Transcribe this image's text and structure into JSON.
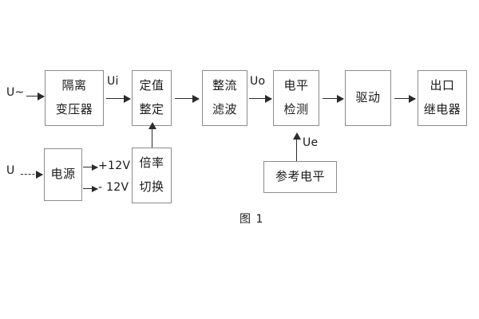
{
  "diagram": {
    "caption": "图 1",
    "blocks": [
      {
        "id": "isolation-transformer",
        "lines": [
          "隔离",
          "变压器"
        ]
      },
      {
        "id": "setpoint-setting",
        "lines": [
          "定值",
          "整定"
        ]
      },
      {
        "id": "rectify-filter",
        "lines": [
          "整流",
          "滤波"
        ]
      },
      {
        "id": "level-detection",
        "lines": [
          "电平",
          "检测"
        ]
      },
      {
        "id": "drive",
        "lines": [
          "驱动"
        ]
      },
      {
        "id": "output-relay",
        "lines": [
          "出口",
          "继电器"
        ]
      },
      {
        "id": "power-supply",
        "lines": [
          "电源"
        ]
      },
      {
        "id": "multiplier-switch",
        "lines": [
          "倍率",
          "切换"
        ]
      },
      {
        "id": "reference-level",
        "lines": [
          "参考电平"
        ]
      }
    ],
    "labels": {
      "input_ac": "U~",
      "input_dc": "U",
      "signal_ui": "Ui",
      "signal_uo": "Uo",
      "signal_ue": "Ue",
      "rail_positive": "+12V",
      "rail_negative": "- 12V"
    },
    "colors": {
      "background": "#ffffff",
      "box_border": "#8c8c8c",
      "arrow": "#2b2b2b",
      "text": "#1a1a1a"
    }
  }
}
